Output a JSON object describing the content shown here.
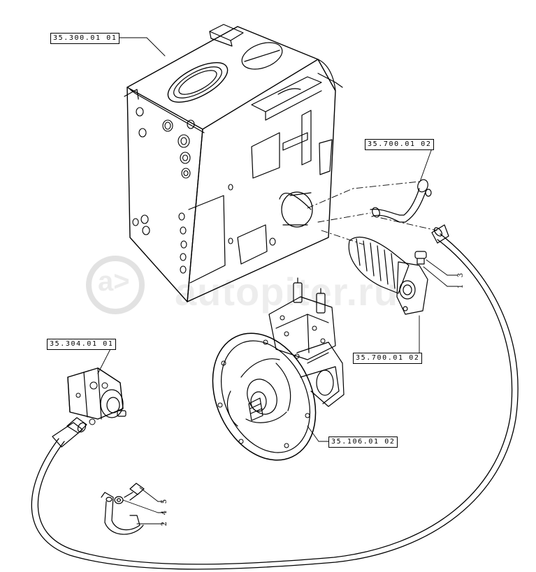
{
  "diagram": {
    "references": {
      "tank_ref": "35.300.01 01",
      "cooler_ref": "35.700.01 02",
      "filter_ref": "35.700.01 02",
      "gear_pump_ref": "35.304.01 01",
      "piston_pump_ref": "35.106.01 02"
    },
    "callouts": {
      "item_3": "3",
      "item_1": "1",
      "item_5": "5",
      "item_4": "4",
      "item_2": "2"
    },
    "watermark": {
      "logo_glyph": "a>",
      "text": "autopiter.ru"
    },
    "colors": {
      "line": "#000000",
      "background": "#ffffff",
      "watermark": "#e0e0e0"
    }
  }
}
